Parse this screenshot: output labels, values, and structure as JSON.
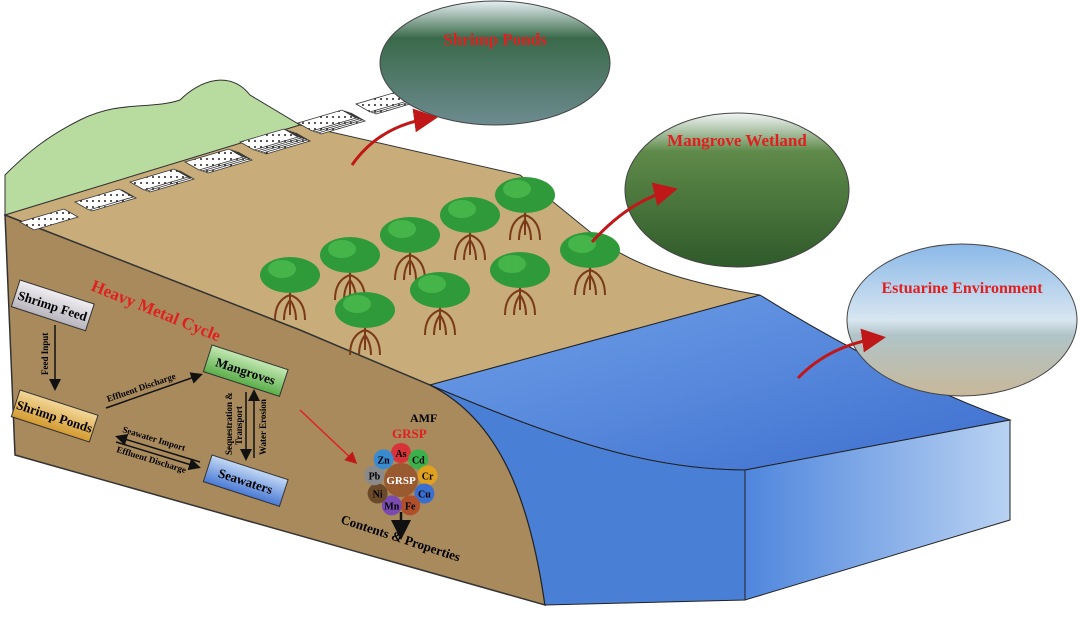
{
  "photos": {
    "shrimp_ponds": "Shrimp Ponds",
    "mangrove_wetland": "Mangrove Wetland",
    "estuarine": "Estuarine Environment"
  },
  "cycle": {
    "title": "Heavy Metal Cycle",
    "boxes": {
      "shrimp_feed": "Shrimp Feed",
      "shrimp_ponds": "Shrimp Ponds",
      "mangroves": "Mangroves",
      "seawaters": "Seawaters"
    },
    "arrows": {
      "feed_input": "Feed Input",
      "effluent_discharge_1": "Effluent Discharge",
      "seawater_import": "Seawater Import",
      "effluent_discharge_2": "Effluent Discharge",
      "sequestration": "Sequestration &",
      "transport": "Transport",
      "water_erosion": "Water Erosion"
    }
  },
  "soil": {
    "amf": "AMF",
    "grsp_label": "GRSP",
    "grsp_center": "GRSP",
    "metals": [
      "As",
      "Cd",
      "Cr",
      "Cu",
      "Fe",
      "Mn",
      "Ni",
      "Pb",
      "Zn"
    ],
    "metal_colors": [
      "#d9333a",
      "#3cb04a",
      "#e0a020",
      "#3a6fd0",
      "#b0502a",
      "#7a4ab0",
      "#6b4a2a",
      "#8a8a8a",
      "#3a8ad0"
    ],
    "contents": "Contents & Properties"
  },
  "colors": {
    "soil": "#a88a5c",
    "water": "#4a7fd6",
    "title_red": "#e02020"
  }
}
